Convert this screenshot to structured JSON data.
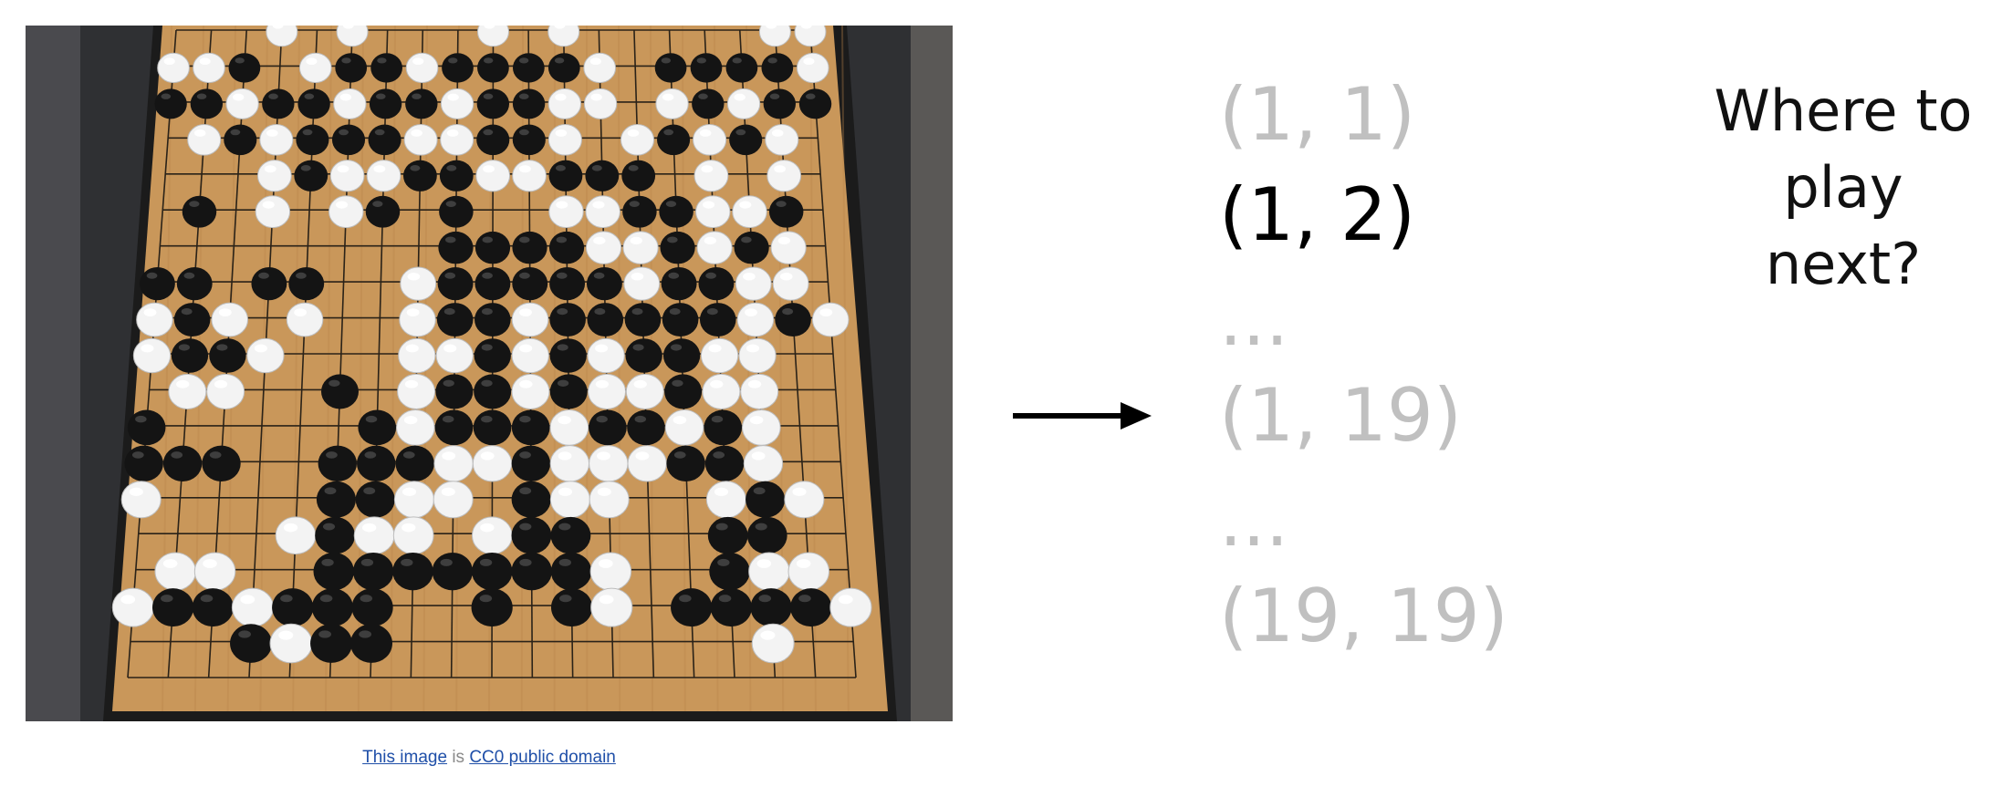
{
  "credit": {
    "link1": "This image",
    "middle": " is ",
    "link2": "CC0 public domain"
  },
  "moves": [
    {
      "label": "(1, 1)",
      "state": "dim"
    },
    {
      "label": "(1, 2)",
      "state": "active"
    },
    {
      "label": "...",
      "state": "dim"
    },
    {
      "label": "(1, 19)",
      "state": "dim"
    },
    {
      "label": "...",
      "state": "dim"
    },
    {
      "label": "(19, 19)",
      "state": "dim"
    }
  ],
  "question": {
    "line1": "Where to",
    "line2": "play next?"
  },
  "colors": {
    "board": "#c9975a",
    "black_stone": "#141414",
    "white_stone": "#f3f3f3",
    "dim_text": "#c0c0c0",
    "link": "#1f4fa8"
  },
  "board": {
    "size": 19,
    "stones": [
      "...w.w...w.w.....ww",
      "wwb.wbbwbbbbw.bbbbw",
      "bbwbbwbbwbbww.wbwbb",
      ".wbwbbbwwbbw.wbwbw.",
      "...wbwwbbwwbbb.w.w.",
      ".b.w.wb.b..wwbbwwb.",
      "........bbbbwwbwbw.",
      "bb.bb..wbbbbbwbbww.",
      "wbw.w..wbbwbbbbbwbw",
      "wbbw...wwbwbwbbww..",
      ".ww..b.wbbwbwwbww..",
      "b.....bwbbbwbbwbw..",
      "bbb..bbbwwbwwwbbw..",
      "w....bbww.bww..wbw.",
      "....wbww.wbb...bb..",
      ".ww..bbbbbbbw..bww.",
      "wbbwbbb..b.bw.bbbbw",
      "...bwbb.........w..",
      "..................."
    ]
  }
}
